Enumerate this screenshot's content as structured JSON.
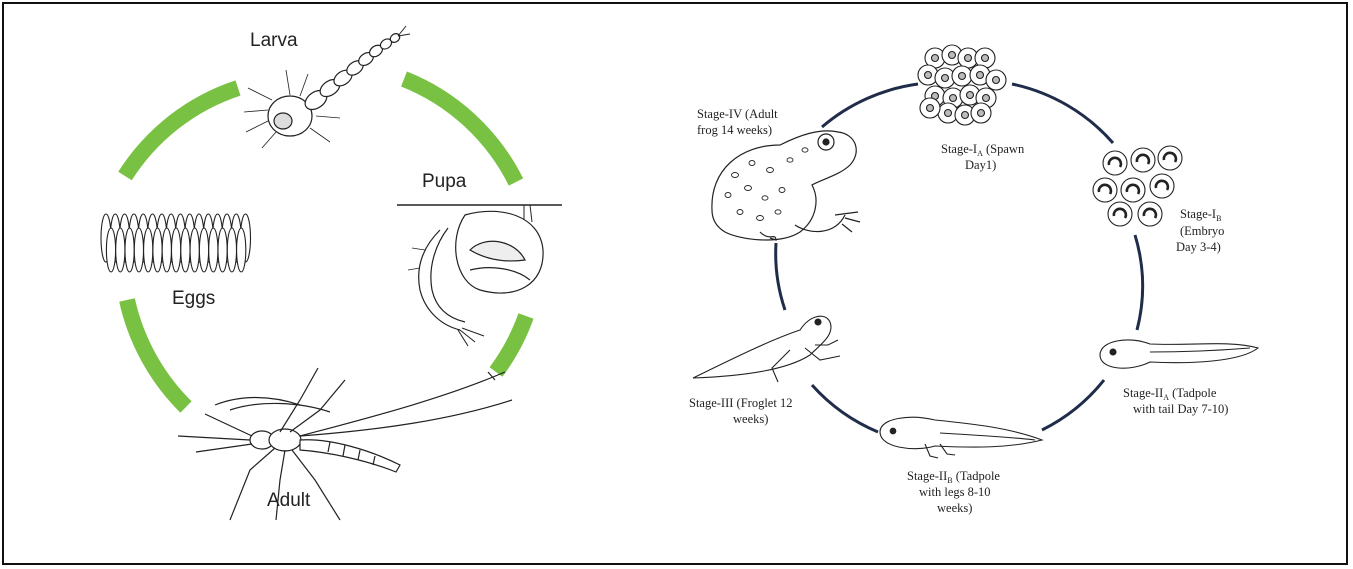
{
  "mosquito": {
    "colors": {
      "arc": "#79c142",
      "ink": "#222222"
    },
    "labels": {
      "larva": "Larva",
      "pupa": "Pupa",
      "eggs": "Eggs",
      "adult": "Adult"
    }
  },
  "frog": {
    "colors": {
      "arc": "#1f2d4a",
      "ink": "#222222"
    },
    "stage_ia": {
      "pre": "Stage-I",
      "sub": "A",
      "post": " (Spawn",
      "line2": "Day1)"
    },
    "stage_ib": {
      "pre": "Stage-I",
      "sub": "B",
      "line2": "(Embryo",
      "line3": "Day 3-4)"
    },
    "stage_iia": {
      "pre": "Stage-II",
      "sub": "A",
      "post": " (Tadpole",
      "line2": "with tail Day 7-10)"
    },
    "stage_iib": {
      "pre": "Stage-II",
      "sub": "B",
      "post": " (Tadpole",
      "line2": "with legs 8-10",
      "line3": "weeks)"
    },
    "stage_iii": {
      "line1": "Stage-III (Froglet 12",
      "line2": "weeks)"
    },
    "stage_iv": {
      "line1": "Stage-IV (Adult",
      "line2": "frog 14 weeks)"
    }
  }
}
